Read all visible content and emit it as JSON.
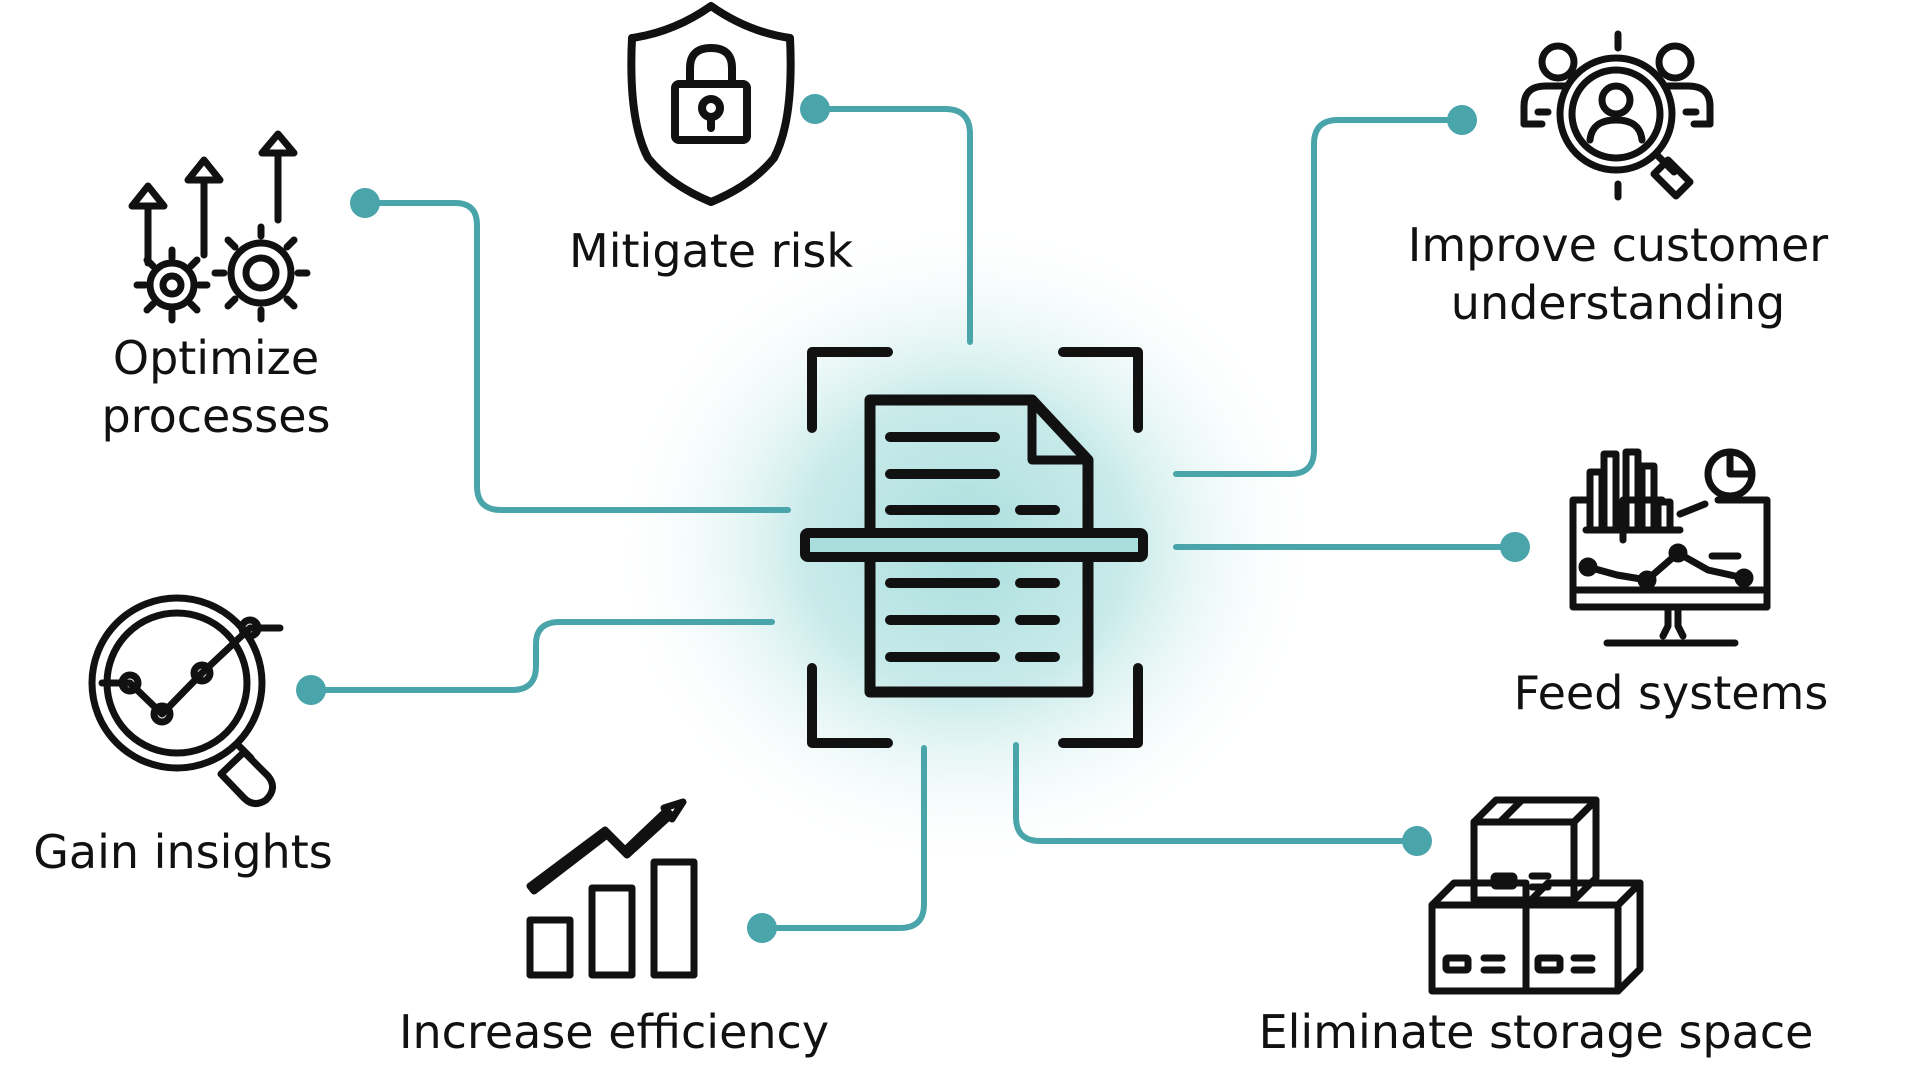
{
  "colors": {
    "connector": "#4aa5ab",
    "icon_stroke": "#111111",
    "glow": "#a9dedd",
    "background": "#ffffff"
  },
  "center": {
    "icon": "document-scan-icon"
  },
  "benefits": [
    {
      "id": "mitigate-risk",
      "icon": "shield-lock-icon",
      "lines": [
        "Mitigate risk"
      ]
    },
    {
      "id": "optimize-processes",
      "icon": "gears-arrows-icon",
      "lines": [
        "Optimize",
        "processes"
      ]
    },
    {
      "id": "improve-customer-understanding",
      "icon": "users-magnifier-icon",
      "lines": [
        "Improve customer",
        "understanding"
      ]
    },
    {
      "id": "feed-systems",
      "icon": "monitor-analytics-icon",
      "lines": [
        "Feed systems"
      ]
    },
    {
      "id": "gain-insights",
      "icon": "magnifier-chart-icon",
      "lines": [
        "Gain insights"
      ]
    },
    {
      "id": "increase-efficiency",
      "icon": "growth-bars-icon",
      "lines": [
        "Increase efficiency"
      ]
    },
    {
      "id": "eliminate-storage-space",
      "icon": "stacked-boxes-icon",
      "lines": [
        "Eliminate storage space"
      ]
    }
  ]
}
